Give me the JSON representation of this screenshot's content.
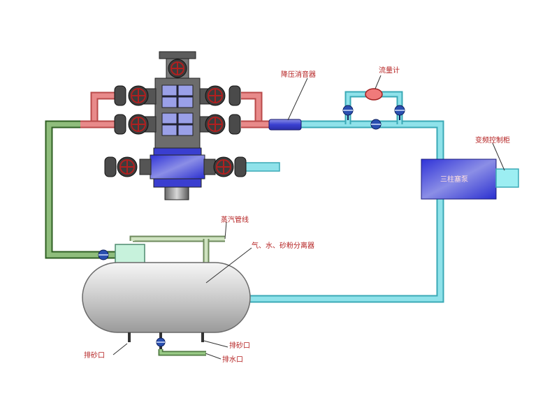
{
  "labels": {
    "silencer": "降压消音器",
    "flowmeter": "流量计",
    "frequency_panel": "变频控制柜",
    "pump": "三柱塞泵",
    "vapor_pipe": "蒸汽管线",
    "separator": "气、水、砂粉分离器",
    "sand_outlet_left": "排砂口",
    "sand_outlet_right": "排砂口",
    "drain": "排水口"
  },
  "colors": {
    "hot_pipe": "#e88a8a",
    "hot_pipe_edge": "#b94a4a",
    "cold_pipe": "#8fe2ea",
    "cold_pipe_edge": "#3aa9b6",
    "return_pipe": "#8fbd7c",
    "return_pipe_edge": "#2f5f23",
    "valve_blue": "#2a4fb0",
    "label_red": "#b42020"
  },
  "icons": [
    "valve-icon",
    "handwheel-icon",
    "flowmeter-icon",
    "pump-icon",
    "tank-icon"
  ]
}
